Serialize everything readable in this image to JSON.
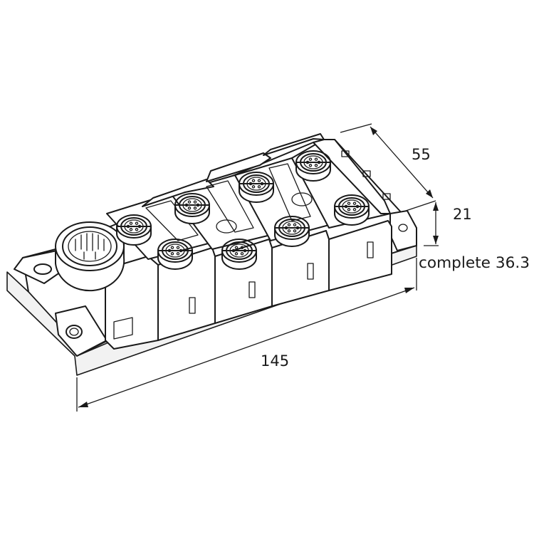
{
  "dimensions": {
    "depth": "55",
    "height": "21",
    "complete_height": "complete 36.3",
    "length": "145"
  },
  "connectors": {
    "m12_ports": 8,
    "main_connector": 1
  }
}
